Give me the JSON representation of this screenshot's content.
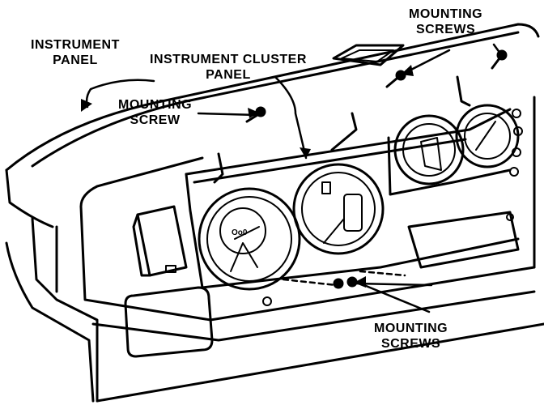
{
  "labels": {
    "instrument_panel": [
      "INSTRUMENT",
      "PANEL"
    ],
    "instrument_cluster_panel": [
      "INSTRUMENT CLUSTER",
      "PANEL"
    ],
    "mounting_screw_left": [
      "MOUNTING",
      "SCREW"
    ],
    "mounting_screws_top": [
      "MOUNTING",
      "SCREWS"
    ],
    "mounting_screws_bottom": [
      "MOUNTING",
      "SCREWS"
    ]
  },
  "colors": {
    "ink": "#000000",
    "paper": "#ffffff"
  }
}
